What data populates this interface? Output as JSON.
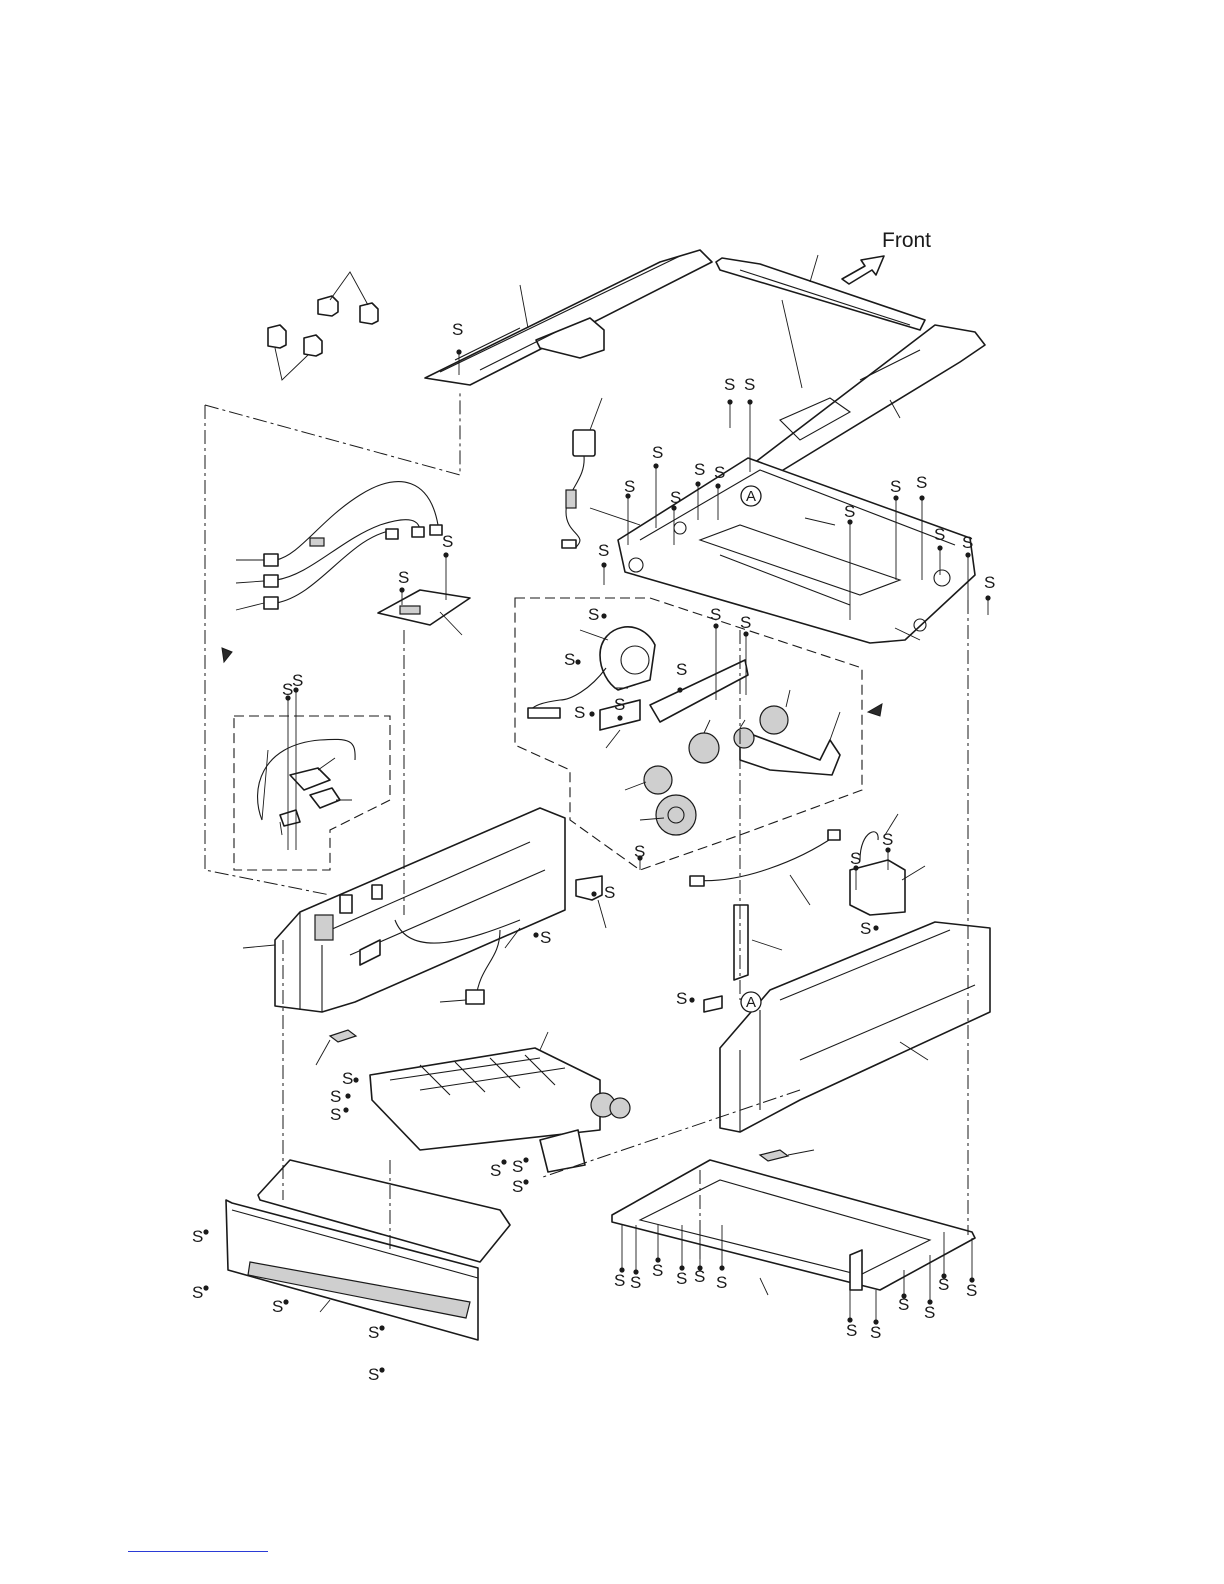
{
  "diagram": {
    "direction_label": "Front",
    "screw_label": "S",
    "reference_label": "A",
    "colors": {
      "line": "#1a1a1a",
      "background": "#ffffff",
      "footer_rule": "#2b3bd6"
    }
  }
}
